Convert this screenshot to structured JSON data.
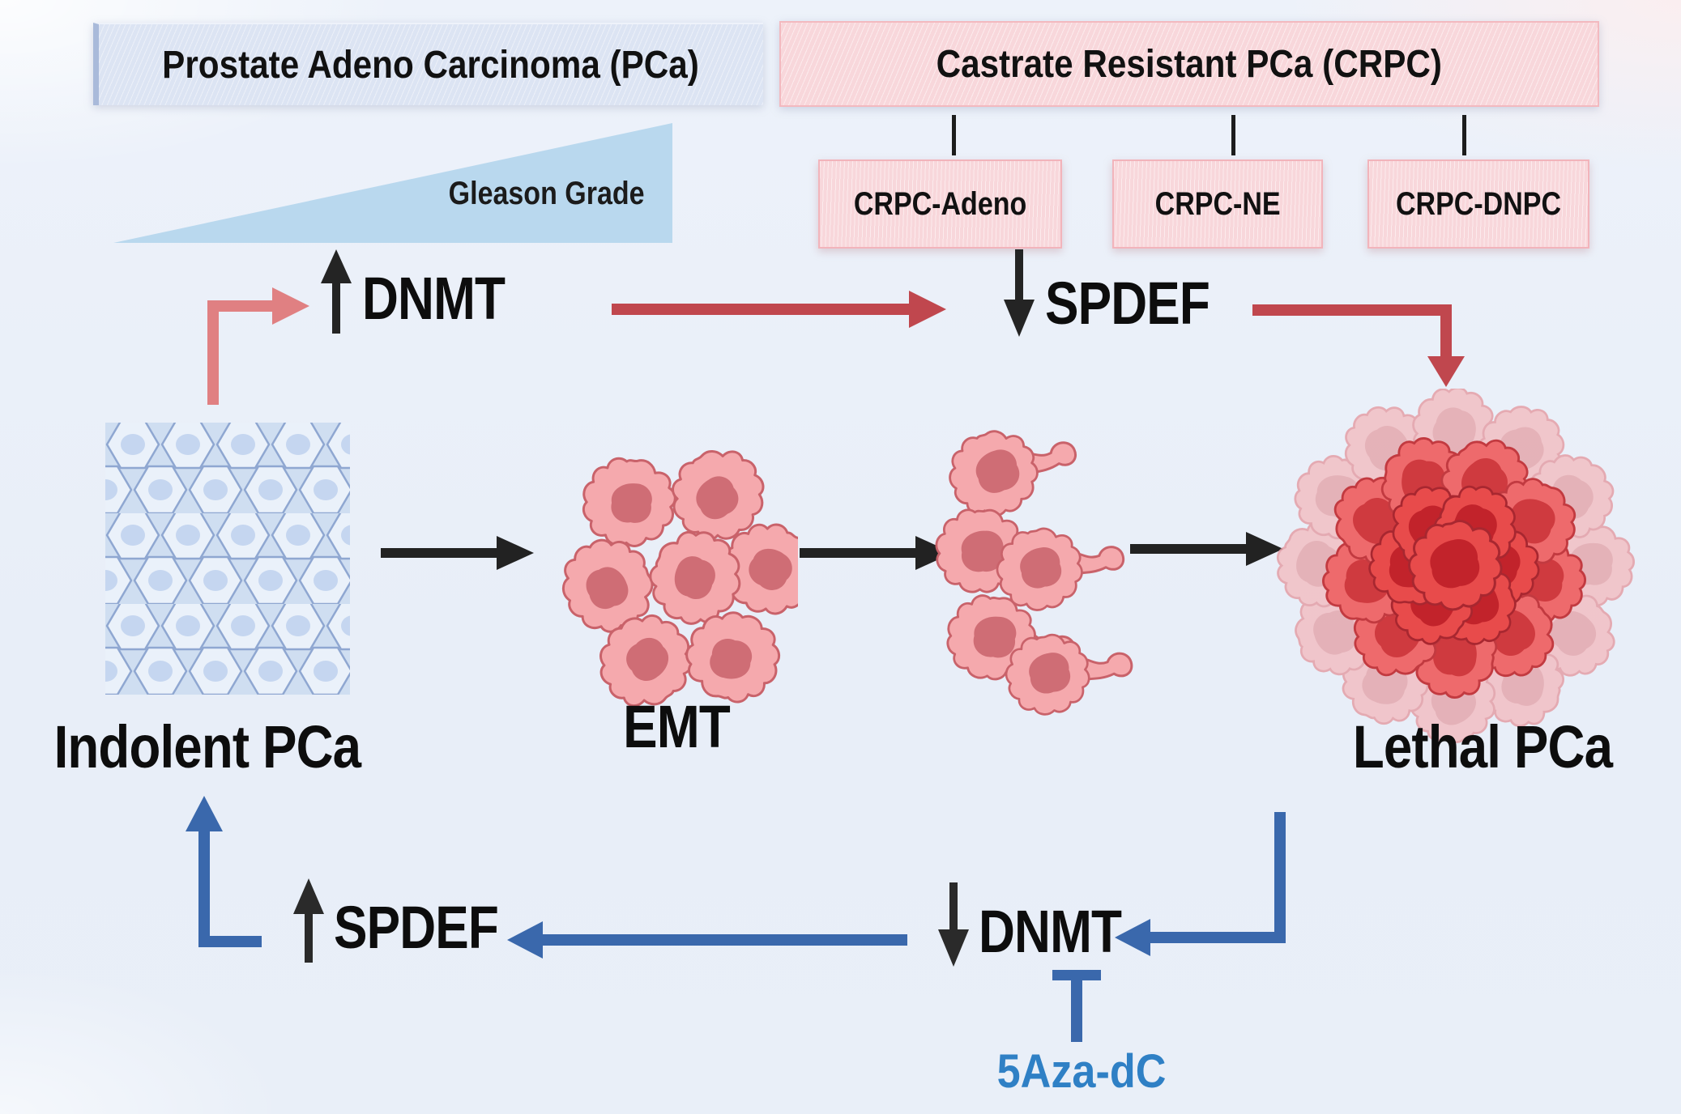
{
  "title_boxes": {
    "pca": "Prostate Adeno Carcinoma (PCa)",
    "crpc": "Castrate Resistant PCa (CRPC)"
  },
  "crpc_subtypes": [
    {
      "label": "CRPC-Adeno"
    },
    {
      "label": "CRPC-NE"
    },
    {
      "label": "CRPC-DNPC"
    }
  ],
  "gradient_label": "Gleason Grade",
  "signals": {
    "dnmt_up": {
      "label": "DNMT",
      "direction": "up"
    },
    "spdef_down": {
      "label": "SPDEF",
      "direction": "down"
    },
    "dnmt_down": {
      "label": "DNMT",
      "direction": "down"
    },
    "spdef_up": {
      "label": "SPDEF",
      "direction": "up"
    }
  },
  "stages": {
    "indolent": {
      "label": "Indolent PCa"
    },
    "emt": {
      "label": "EMT"
    },
    "lethal": {
      "label": "Lethal PCa"
    }
  },
  "inhibitor": {
    "label": "5Aza-dC"
  },
  "icons": {
    "up_arrow": "up-arrow",
    "down_arrow": "down-arrow",
    "inhibition": "t-bar-inhibition"
  },
  "colors": {
    "progression_red": "#c0474e",
    "feedback_salmon": "#e08082",
    "reversal_blue": "#3a68ac",
    "inhibitor_text_blue": "#2f80c5",
    "pca_box_fill": "#dce4f3",
    "crpc_box_fill": "#f8d7db",
    "gleason_triangle": "#b9d8ee",
    "black_arrow": "#222222"
  }
}
